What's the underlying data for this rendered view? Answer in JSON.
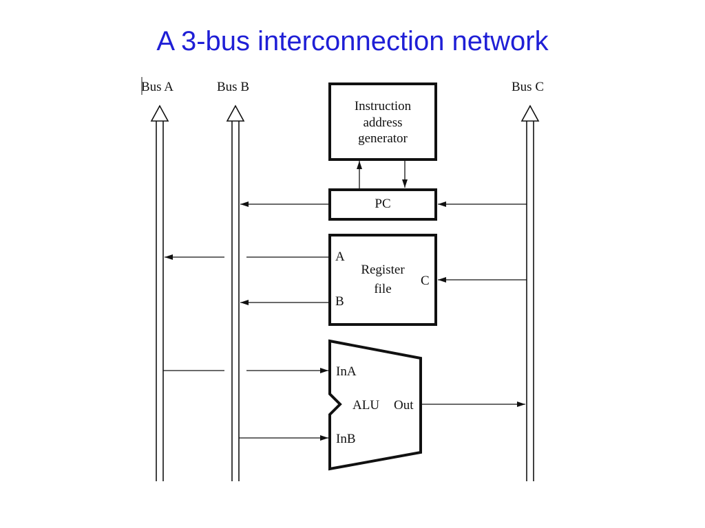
{
  "title": "A 3-bus interconnection network",
  "buses": [
    {
      "id": "a",
      "label": "Bus A"
    },
    {
      "id": "b",
      "label": "Bus B"
    },
    {
      "id": "c",
      "label": "Bus C"
    }
  ],
  "blocks": {
    "iag": {
      "lines": [
        "Instruction",
        "address",
        "generator"
      ]
    },
    "pc": {
      "label": "PC"
    },
    "regfile": {
      "lines": [
        "Register",
        "file"
      ],
      "port_a": "A",
      "port_b": "B",
      "port_c": "C"
    },
    "alu": {
      "label": "ALU",
      "in_a": "InA",
      "in_b": "InB",
      "out": "Out"
    }
  },
  "colors": {
    "title": "#1f1fd6",
    "lines": "#111111"
  }
}
